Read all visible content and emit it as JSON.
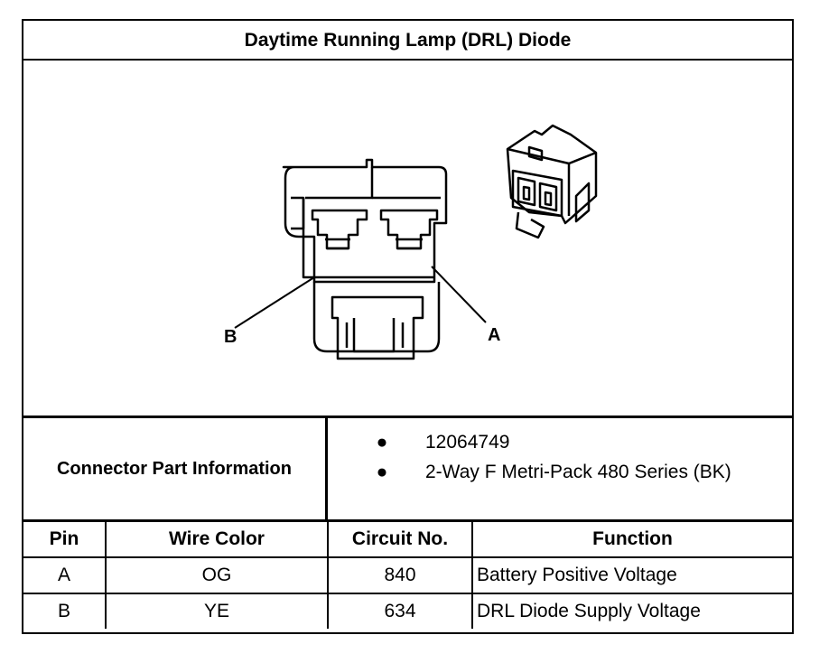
{
  "title": "Daytime Running Lamp (DRL) Diode",
  "figure": {
    "callout_a": "A",
    "callout_b": "B"
  },
  "connector_info": {
    "label": "Connector Part Information",
    "items": [
      "12064749",
      "2-Way F Metri-Pack 480 Series (BK)"
    ]
  },
  "pin_table": {
    "headers": [
      "Pin",
      "Wire Color",
      "Circuit No.",
      "Function"
    ],
    "rows": [
      [
        "A",
        "OG",
        "840",
        "Battery Positive Voltage"
      ],
      [
        "B",
        "YE",
        "634",
        "DRL Diode Supply Voltage"
      ]
    ]
  }
}
